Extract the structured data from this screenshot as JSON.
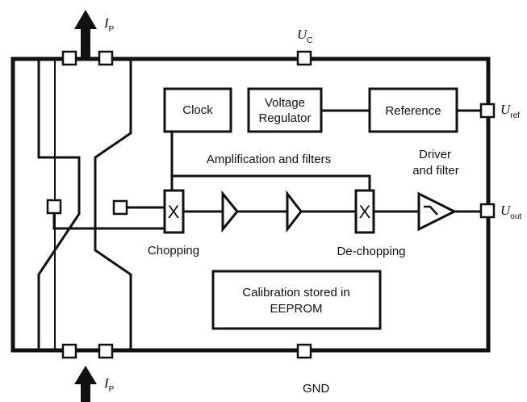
{
  "labels": {
    "ip_top_symbol": "I",
    "ip_top_sub": "P",
    "ip_bottom_symbol": "I",
    "ip_bottom_sub": "P",
    "uc_symbol": "U",
    "uc_sub": "C",
    "uref_symbol": "U",
    "uref_sub": "ref",
    "uout_symbol": "U",
    "uout_sub": "out",
    "gnd": "GND",
    "clock": "Clock",
    "voltage_regulator_line1": "Voltage",
    "voltage_regulator_line2": "Regulator",
    "reference": "Reference",
    "amplification": "Amplification and filters",
    "driver_line1": "Driver",
    "driver_line2": "and filter",
    "chopping": "Chopping",
    "dechopping": "De-chopping",
    "mult_left": "X",
    "mult_right": "X",
    "calibration_line1": "Calibration stored in",
    "calibration_line2": "EEPROM"
  }
}
